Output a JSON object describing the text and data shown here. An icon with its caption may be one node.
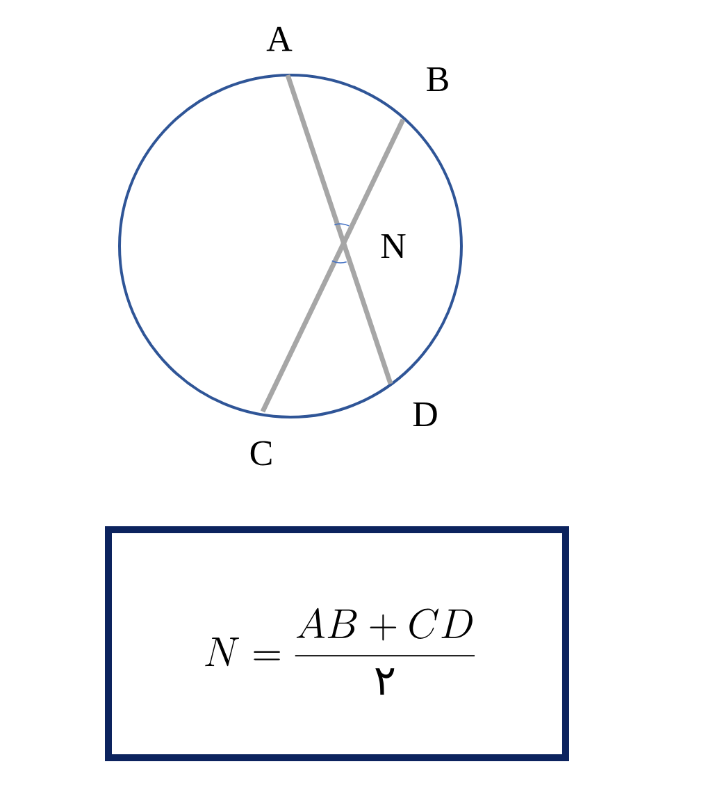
{
  "diagram": {
    "nodes": [
      {
        "text": [
          "N = \\frac{AB+CD}{\\text{٢}}"
        ]
      }
    ],
    "labels": [
      "A",
      "B",
      "N",
      "C",
      "D"
    ]
  }
}
